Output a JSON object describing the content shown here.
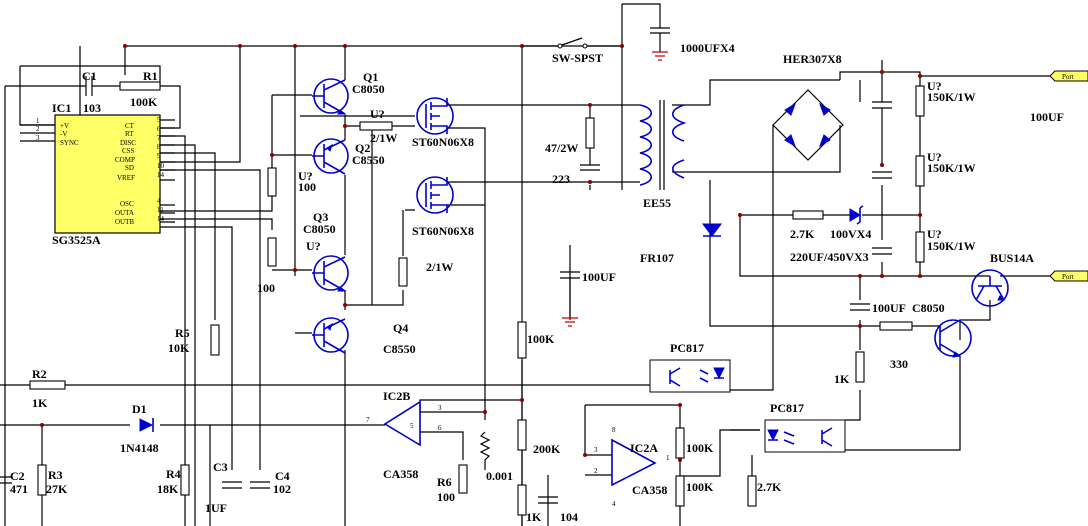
{
  "labels": {
    "ic1": "IC1",
    "ic1_part": "SG3525A",
    "c1": "C1",
    "c1_val": "103",
    "r1": "R1",
    "r1_val": "100K",
    "q1": "Q1",
    "q1_part": "C8050",
    "q2": "Q2",
    "q2_part": "C8550",
    "q3": "Q3",
    "q3_part": "C8050",
    "q4": "Q4",
    "q4_part": "C8550",
    "u_r1": "U?",
    "u_r1_val": "2/1W",
    "u_r2": "U?",
    "u_r2_val": "100",
    "u_r3": "U?",
    "r_100": "100",
    "mos1": "ST60N06X8",
    "mos2": "ST60N06X8",
    "r_2_1w": "2/1W",
    "sw": "SW-SPST",
    "cap_1000": "1000UFX4",
    "r_47": "47/2W",
    "c_223": "223",
    "ee55": "EE55",
    "her": "HER307X8",
    "u_150k_1": "U?",
    "r_150k_1": "150K/1W",
    "u_150k_2": "U?",
    "r_150k_2": "150K/1W",
    "u_150k_3": "U?",
    "r_150k_3": "150K/1W",
    "c_100uf_right": "100UF",
    "r_2_7k_top": "2.7K",
    "z_100vx4": "100VX4",
    "c_220uf": "220UF/450VX3",
    "fr107": "FR107",
    "c_100uf_mid": "100UF",
    "bus14a": "BUS14A",
    "c_100uf_lower": "100UF",
    "q_c8050_right": "C8050",
    "r_1k": "1K",
    "r_330": "330",
    "pc817_1": "PC817",
    "pc817_2": "PC817",
    "r_100k_mid": "100K",
    "ic2b": "IC2B",
    "ic2b_part": "CA358",
    "ic2a": "IC2A",
    "ic2a_part": "CA358",
    "r_200k": "200K",
    "r_100k_a": "100K",
    "r_100k_b": "100K",
    "r_2_7k_bot": "2.7K",
    "r_1k_bot": "1K",
    "c_104": "104",
    "r6": "R6",
    "r6_val": "100",
    "r_0001": "0.001",
    "r5": "R5",
    "r5_val": "10K",
    "r2": "R2",
    "r2_val": "1K",
    "d1": "D1",
    "d1_part": "1N4148",
    "c2": "C2",
    "c2_val": "471",
    "r3": "R3",
    "r3_val": "27K",
    "r4": "R4",
    "r4_val": "18K",
    "c3": "C3",
    "c3_val": "1UF",
    "c4": "C4",
    "c4_val": "102",
    "port1": "Port",
    "port2": "Port"
  },
  "ic1_pins_left": [
    "+V",
    "-V",
    "SYNC"
  ],
  "ic1_pin_nums_left": [
    "1",
    "2",
    "3"
  ],
  "ic1_pins_right": [
    "CT",
    "RT",
    "DISC",
    "CSS",
    "COMP",
    "SD",
    "VREF",
    "OSC",
    "OUTA",
    "OUTB"
  ],
  "ic1_pin_nums_right": [
    "5",
    "6",
    "7",
    "8",
    "9",
    "10",
    "14",
    "4",
    "11",
    "14"
  ],
  "opamp_pins": [
    "3",
    "4",
    "8",
    "2",
    "1",
    "7",
    "5",
    "6"
  ],
  "colors": {
    "wire": "#000000",
    "component": "#0000cc",
    "junction": "#8b0000",
    "ic_fill": "#ffff66",
    "ground": "#cc0000"
  }
}
